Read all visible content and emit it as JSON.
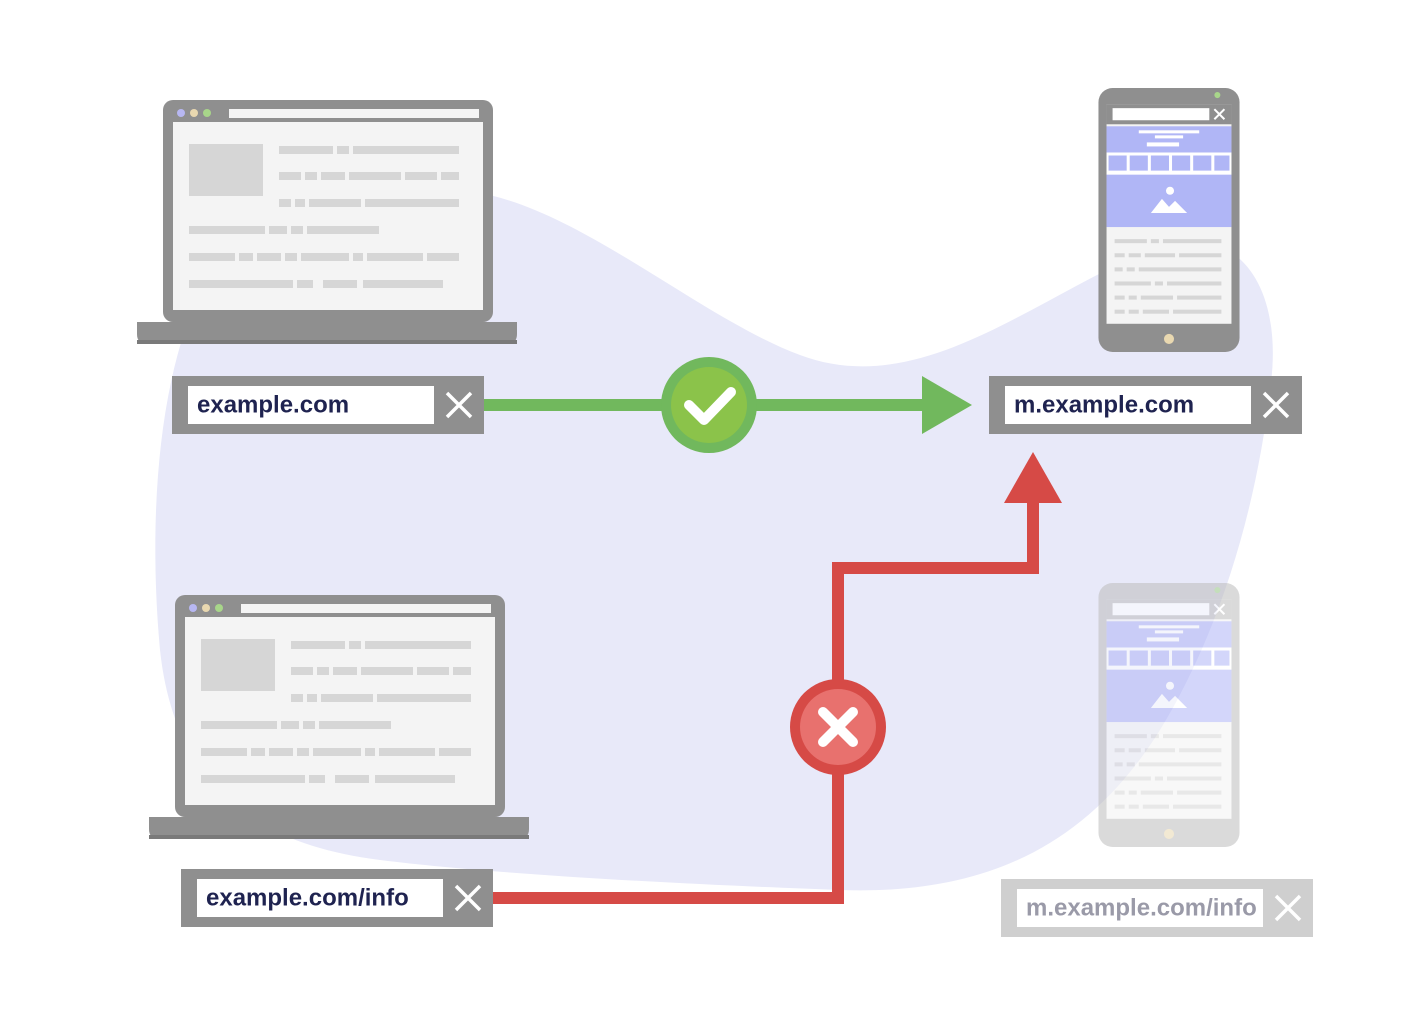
{
  "colors": {
    "blob": "#e8e9f9",
    "device_frame": "#8f8f8f",
    "device_frame_light": "#cfcfcf",
    "screen": "#f4f4f4",
    "placeholder": "#d6d6d6",
    "url_text": "#1f2350",
    "url_text_faded": "#9a9aa8",
    "success": "#71b85d",
    "success_badge": "#8bc34a",
    "error": "#d64a46",
    "error_badge": "#e8716e",
    "mobile_accent": "#b0b6f6",
    "mobile_accent_light": "#dadcf8",
    "dot_purple": "#b7b7f2",
    "dot_yellow": "#e9d8b0",
    "dot_green": "#a8d68a"
  },
  "icons": {
    "success": "check-icon",
    "error": "x-icon",
    "close": "close-icon",
    "image_placeholder": "mountain-image-icon"
  },
  "urls": {
    "desktop_home": "example.com",
    "mobile_home": "m.example.com",
    "desktop_info": "example.com/info",
    "mobile_info": "m.example.com/info"
  }
}
